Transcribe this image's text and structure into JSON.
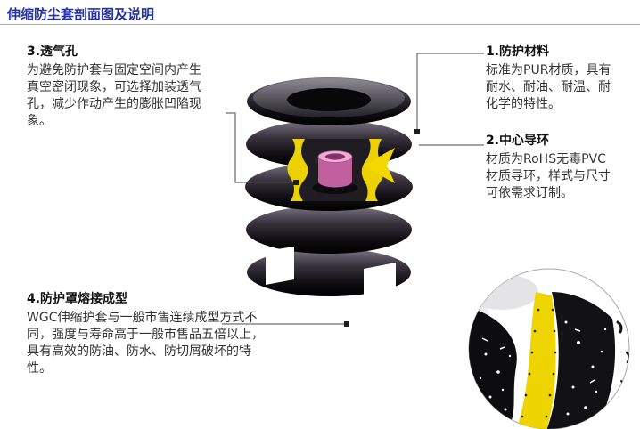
{
  "title": "伸缩防尘套剖面图及说明",
  "annotations": {
    "material": {
      "heading": "1.防护材料",
      "body": "标准为PUR材质，具有\n耐水、耐油、耐温、耐\n化学的特性。"
    },
    "guide": {
      "heading": "2.中心导环",
      "body": "材质为RoHS无毒PVC\n材质导环，样式与尺寸\n可依需求订制。"
    },
    "vent": {
      "heading": "3.透气孔",
      "body": "为避免防护套与固定空间内产生\n真空密闭现象，可选择加装透气\n孔，减少作动产生的膨胀凹陷现\n象。"
    },
    "weld": {
      "heading": "4.防护罩熔接成型",
      "body": "WGC伸缩护套与一般市售连续成型方式不\n同，强度与寿命高于一般市售品五倍以上，\n具有高效的防油、防水、防切屑破坏的特\n性。"
    }
  },
  "colors": {
    "title_text": "#2433a5",
    "body_text": "#333333",
    "divider": "#ababab",
    "connector_line": "#4a4a4a",
    "connector_marker": "#1f1f1f",
    "bellows_dark": "#0c0c0e",
    "section_yellow": "#ecd203",
    "guide_ring_pink": "#c2609f"
  }
}
